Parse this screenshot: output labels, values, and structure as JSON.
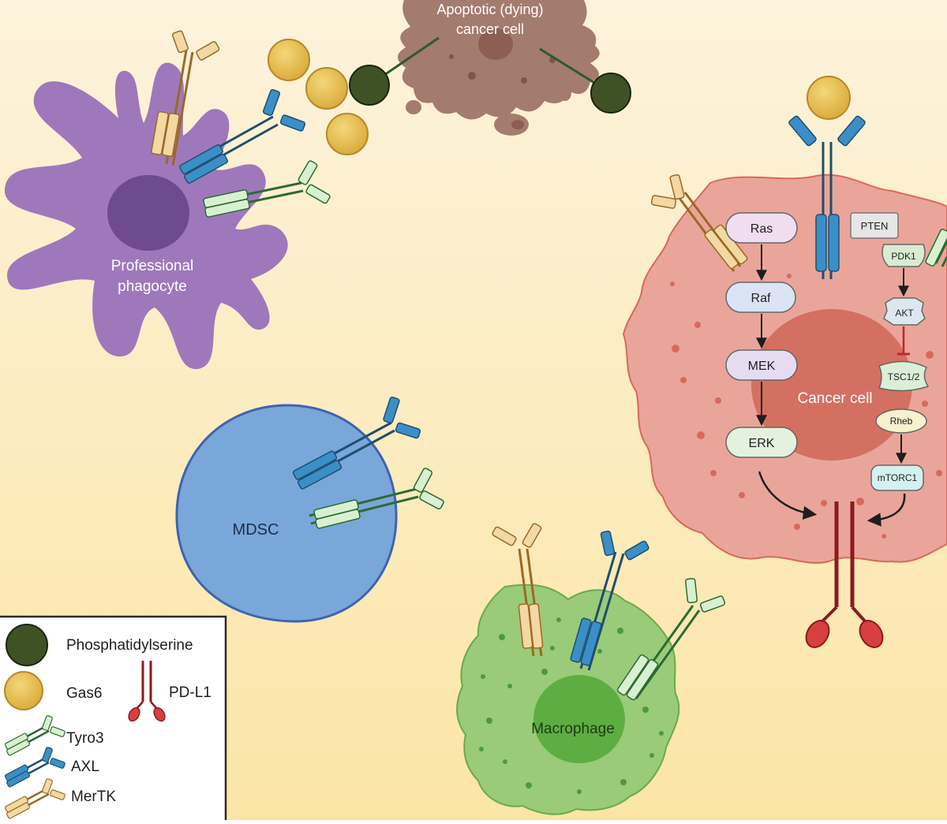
{
  "colors": {
    "bg_top": "#fdf1d6",
    "bg_bottom": "#fbe6a8",
    "phagocyte": "#9f78bb",
    "phagocyte_nucleus": "#6e4a8e",
    "apoptotic": "#a47b6f",
    "cancer": "#eaa59a",
    "cancer_nucleus": "#d46e5e",
    "mdsc": "#7aa7da",
    "macrophage": "#9acb78",
    "macrophage_nucleus": "#5ead43",
    "gas6": "#e8bb4a",
    "phosphatidylserine": "#3e5226",
    "tyro3": "#2d6a35",
    "axl": "#1f4f6e",
    "mertk": "#9a6a25",
    "pdl1": "#8a1b1f"
  },
  "cells": {
    "apoptotic": "Apoptotic (dying)\ncancer cell",
    "phagocyte": "Professional\nphagocyte",
    "mdsc": "MDSC",
    "macrophage": "Macrophage",
    "cancer": "Cancer cell"
  },
  "pathway": {
    "ras": "Ras",
    "raf": "Raf",
    "mek": "MEK",
    "erk": "ERK",
    "pten": "PTEN",
    "pdk1": "PDK1",
    "akt": "AKT",
    "tsc": "TSC1/2",
    "rheb": "Rheb",
    "mtorc1": "mTORC1"
  },
  "legend": {
    "phosphatidylserine": "Phosphatidylserine",
    "gas6": "Gas6",
    "pdl1": "PD-L1",
    "tyro3": "Tyro3",
    "axl": "AXL",
    "mertk": "MerTK"
  }
}
